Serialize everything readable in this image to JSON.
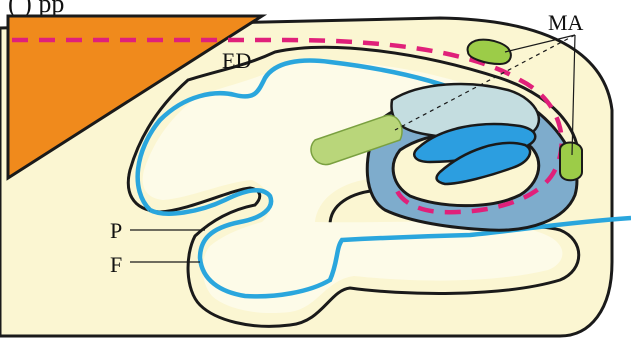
{
  "diagram": {
    "top_fragment": "(  )   pp",
    "labels": {
      "ed": "ED",
      "ma": "MA",
      "p": "P",
      "f": "F"
    },
    "colors": {
      "body_fill": "#fbf6d2",
      "orange_wedge": "#f08a1c",
      "cuticle_blue": "#2aa6dd",
      "dashed_magenta": "#e0207a",
      "green_attachment": "#9ccc48",
      "light_green_bar": "#b9d67a",
      "dark_blue_region": "#7eaccc",
      "mid_blue_cells": "#2c9ee0",
      "pale_blue_shell": "#c4dde0",
      "outline": "#1a1a1a"
    }
  }
}
